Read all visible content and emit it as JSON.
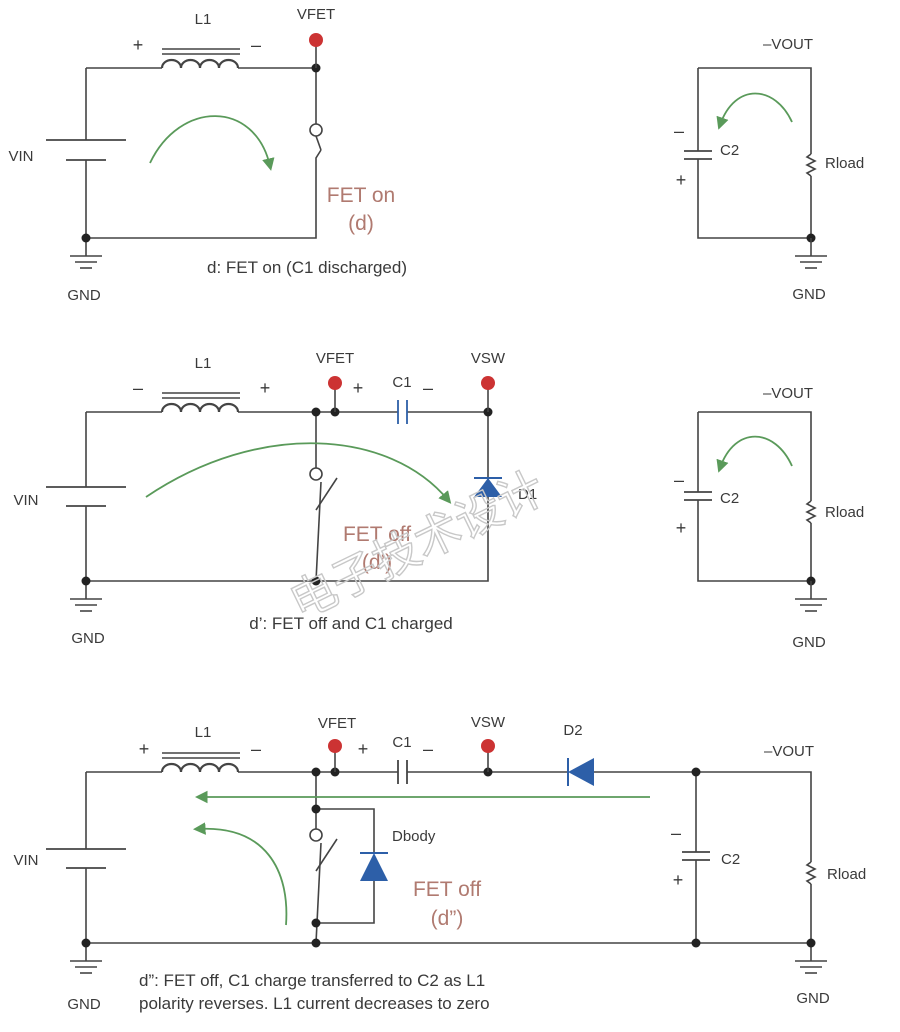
{
  "colors": {
    "wire": "#444444",
    "arrow": "#5a9a5a",
    "diode": "#2d5fa8",
    "probe": "#cc3333",
    "state_text": "#b07a70"
  },
  "watermark": "电子技术设计",
  "panel_d": {
    "L1": "L1",
    "plus": "+",
    "minus": "–",
    "VFET": "VFET",
    "VIN": "VIN",
    "GND": "GND",
    "state_line1": "FET on",
    "state_line2": "(d)",
    "caption": "d: FET on (C1 discharged)",
    "out": {
      "VOUT": "–VOUT",
      "C2": "C2",
      "Rload": "Rload",
      "GND": "GND",
      "minus": "–",
      "plus": "+"
    }
  },
  "panel_d1": {
    "L1": "L1",
    "minus": "–",
    "plus": "+",
    "VFET": "VFET",
    "C1": "C1",
    "VSW": "VSW",
    "D1": "D1",
    "VIN": "VIN",
    "GND": "GND",
    "state_line1": "FET off",
    "state_line2": "(d’)",
    "caption": "d’: FET off and C1 charged",
    "out": {
      "VOUT": "–VOUT",
      "C2": "C2",
      "Rload": "Rload",
      "GND": "GND",
      "minus": "–",
      "plus": "+"
    }
  },
  "panel_d2": {
    "L1": "L1",
    "plus": "+",
    "minus": "–",
    "VFET": "VFET",
    "C1": "C1",
    "VSW": "VSW",
    "D2": "D2",
    "VOUT": "–VOUT",
    "Dbody": "Dbody",
    "C2": "C2",
    "Rload": "Rload",
    "VIN": "VIN",
    "GND_left": "GND",
    "GND_right": "GND",
    "state_line1": "FET off",
    "state_line2": "(d”)",
    "caption_line1": "d”: FET off, C1 charge transferred to C2 as L1",
    "caption_line2": "polarity reverses. L1 current decreases to zero"
  }
}
